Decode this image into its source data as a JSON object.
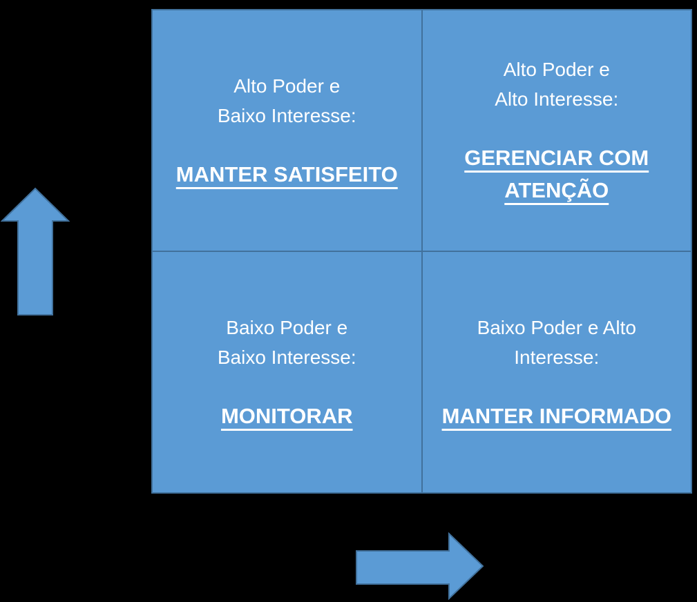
{
  "colors": {
    "background": "#000000",
    "quadrant_fill": "#5B9BD5",
    "border": "#41719C",
    "text": "#FFFFFF"
  },
  "matrix": {
    "description": "Matriz de Poder x Interesse (stakeholders)",
    "quadrants": [
      {
        "position": "top-left",
        "label_lines": [
          "Alto Poder e",
          "Baixo Interesse:"
        ],
        "action_lines": [
          "MANTER SATISFEITO"
        ]
      },
      {
        "position": "top-right",
        "label_lines": [
          "Alto Poder e",
          "Alto Interesse:"
        ],
        "action_lines": [
          "GERENCIAR COM",
          "ATENÇÃO"
        ]
      },
      {
        "position": "bottom-left",
        "label_lines": [
          "Baixo Poder e",
          "Baixo Interesse:"
        ],
        "action_lines": [
          "MONITORAR"
        ]
      },
      {
        "position": "bottom-right",
        "label_lines": [
          "Baixo Poder e Alto",
          "Interesse:"
        ],
        "action_lines": [
          "MANTER INFORMADO"
        ]
      }
    ]
  },
  "axes": {
    "vertical_icon": "up-arrow-icon",
    "horizontal_icon": "right-arrow-icon"
  }
}
